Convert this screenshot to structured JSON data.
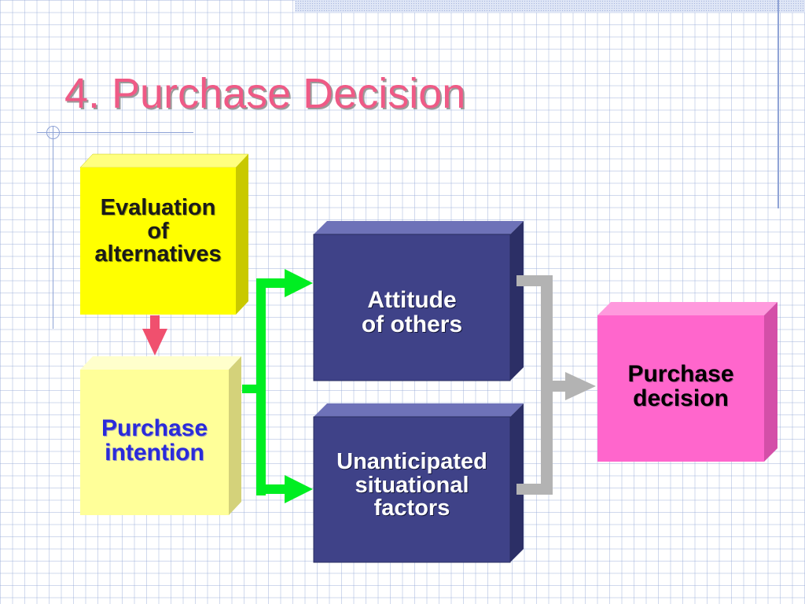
{
  "slide": {
    "title": "4. Purchase Decision"
  },
  "diagram": {
    "evaluation_box": {
      "lines": [
        "Evaluation",
        "of",
        "alternatives"
      ],
      "face_color": "#ffff00",
      "text_color": "#1a1a1a"
    },
    "intention_box": {
      "lines": [
        "Purchase",
        "intention"
      ],
      "face_color": "#ffff99",
      "text_color": "#2b2bd9"
    },
    "attitude_box": {
      "lines": [
        "Attitude",
        "of others"
      ],
      "face_color": "#3f4288",
      "text_color": "#ffffff"
    },
    "unanticipated_box": {
      "lines": [
        "Unanticipated",
        "situational",
        "factors"
      ],
      "face_color": "#3f4288",
      "text_color": "#ffffff"
    },
    "decision_box": {
      "lines": [
        "Purchase",
        "decision"
      ],
      "face_color": "#ff66cc",
      "text_color": "#000000"
    },
    "arrow_colors": {
      "evaluation_to_intention": "#f0506e",
      "intention_branch": "#00ee22",
      "factors_bracket": "#b3b3b3"
    },
    "title_color": "#ef5a86"
  }
}
